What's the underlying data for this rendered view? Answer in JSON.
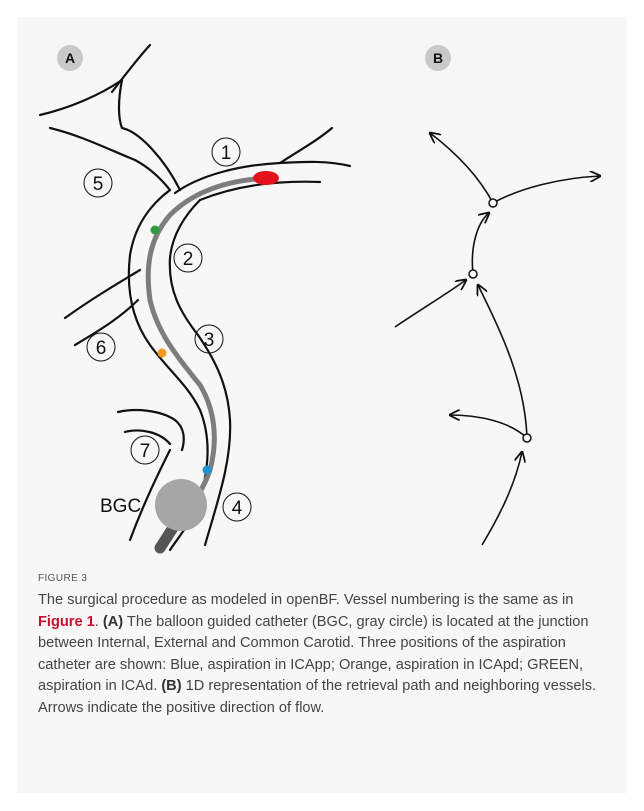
{
  "panels": {
    "a_label": "A",
    "b_label": "B"
  },
  "vessel_numbers": [
    "1",
    "2",
    "3",
    "4",
    "5",
    "6",
    "7"
  ],
  "bgc_label": "BGC",
  "marker_colors": {
    "clot": "#e3121b",
    "green": "#2e9a3e",
    "orange": "#f09a1f",
    "blue": "#1f93d4",
    "catheter": "#7d7d7d",
    "balloon": "#a6a6a6"
  },
  "caption": {
    "label": "FIGURE 3",
    "intro": "The surgical procedure as modeled in openBF. Vessel numbering is the same as in ",
    "fig_ref": "Figure 1",
    "after_ref": ". ",
    "a_tag": "(A)",
    "a_text": " The balloon guided catheter (BGC, gray circle) is located at the junction between Internal, External and Common Carotid. Three positions of the aspiration catheter are shown: Blue, aspiration in ICApp; Orange, aspiration in ICApd; GREEN, aspiration in ICAd. ",
    "b_tag": "(B)",
    "b_text": " 1D representation of the retrieval path and neighboring vessels. Arrows indicate the positive direction of flow."
  }
}
